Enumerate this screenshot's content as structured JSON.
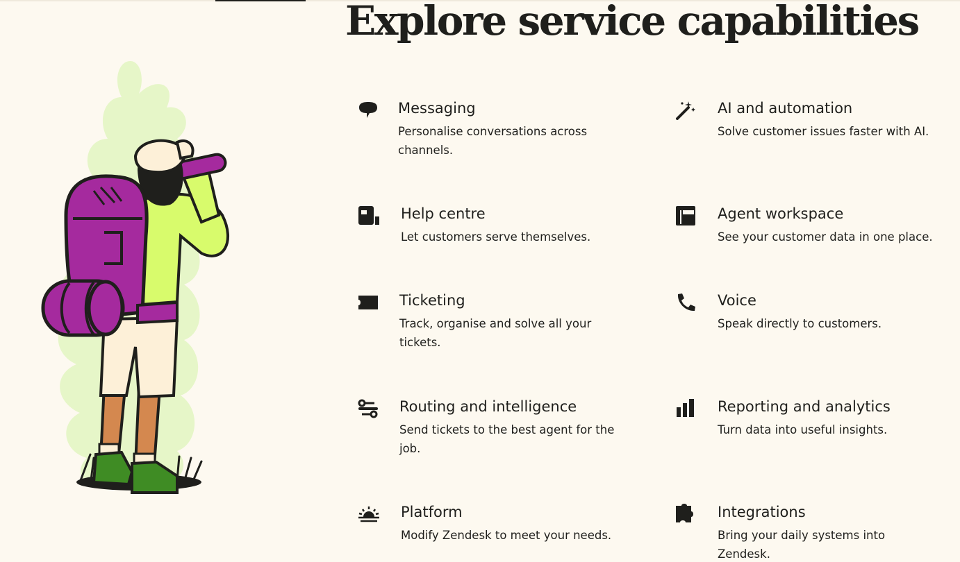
{
  "page": {
    "title": "Explore service capabilities"
  },
  "features": [
    {
      "title": "Messaging",
      "description": "Personalise conversations across channels.",
      "icon": "chat-bubble-icon"
    },
    {
      "title": "AI and automation",
      "description": "Solve customer issues faster with AI.",
      "icon": "magic-wand-icon"
    },
    {
      "title": "Help centre",
      "description": "Let customers serve themselves.",
      "icon": "help-book-icon"
    },
    {
      "title": "Agent workspace",
      "description": "See your customer data in one place.",
      "icon": "layout-panels-icon"
    },
    {
      "title": "Ticketing",
      "description": "Track, organise and solve all your tickets.",
      "icon": "ticket-icon"
    },
    {
      "title": "Voice",
      "description": "Speak directly to customers.",
      "icon": "phone-icon"
    },
    {
      "title": "Routing and intelligence",
      "description": "Send tickets to the best agent for the job.",
      "icon": "routing-icon"
    },
    {
      "title": "Reporting and analytics",
      "description": "Turn data into useful insights.",
      "icon": "bar-chart-icon"
    },
    {
      "title": "Platform",
      "description": "Modify Zendesk to meet your needs.",
      "icon": "sunrise-icon"
    },
    {
      "title": "Integrations",
      "description": "Bring your daily systems into Zendesk.",
      "icon": "puzzle-piece-icon"
    }
  ],
  "colors": {
    "background": "#fdf9f0",
    "text": "#1f1f1c",
    "backpack": "#a52a9e",
    "jacket": "#d8fb6c",
    "foliage": "#e6f6c8",
    "boots": "#3f8c24"
  }
}
